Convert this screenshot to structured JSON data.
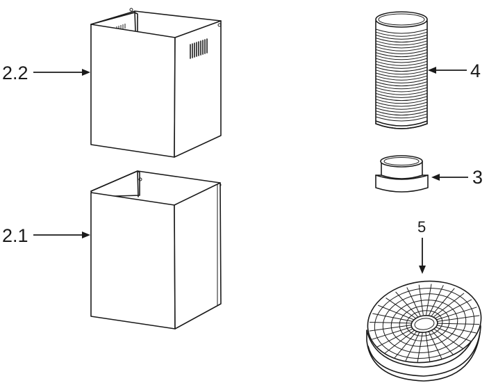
{
  "parts": [
    {
      "id": "chimney-upper",
      "label": "2.2"
    },
    {
      "id": "chimney-lower",
      "label": "2.1"
    },
    {
      "id": "flexible-duct",
      "label": "4"
    },
    {
      "id": "duct-adapter",
      "label": "3"
    },
    {
      "id": "carbon-filter",
      "label": "5"
    }
  ],
  "colors": {
    "line": "#1a1a1a",
    "background": "#ffffff"
  }
}
